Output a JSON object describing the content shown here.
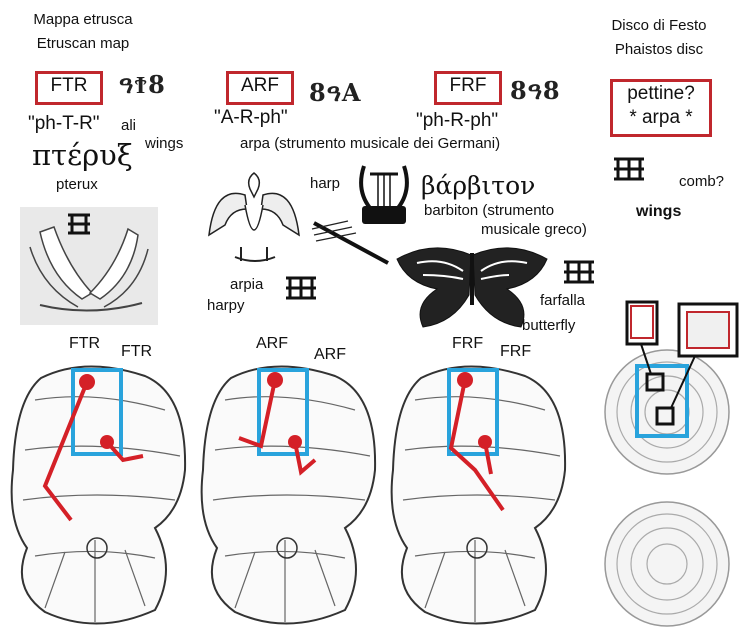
{
  "etruscan": {
    "title_it": "Mappa etrusca",
    "title_en": "Etruscan map"
  },
  "phaistos": {
    "title_it": "Disco di Festo",
    "title_en": "Phaistos disc",
    "box_line1": "pettine?",
    "box_line2": "* arpa *",
    "comb": "comb?",
    "wings": "wings"
  },
  "group1": {
    "code": "FTR",
    "etr_glyphs": "ዓϮ8",
    "translit": "\"ph-T-R\"",
    "it": "ali",
    "en": "wings",
    "greek": "πτέρυξ",
    "greek_translit": "pterux",
    "map_label_a": "FTR",
    "map_label_b": "FTR"
  },
  "group2": {
    "code": "ARF",
    "etr_glyphs": "8ዓA",
    "translit": "\"A-R-ph\"",
    "desc": "arpa (strumento musicale dei Germani)",
    "harp": "harp",
    "arpia": "arpia",
    "harpy": "harpy",
    "map_label_a": "ARF",
    "map_label_b": "ARF"
  },
  "group3": {
    "code": "FRF",
    "etr_glyphs": "8ዓ8",
    "translit": "\"ph-R-ph\"",
    "greek": "βάρβιτον",
    "desc_line1": "barbiton (strumento",
    "desc_line2": "musicale greco)",
    "it": "farfalla",
    "en": "butterfly",
    "map_label_a": "FRF",
    "map_label_b": "FRF"
  },
  "disc_glyph": "╬╬",
  "colors": {
    "box_red": "#c0272d",
    "path_red": "#d42027",
    "blue": "#29a3dc"
  }
}
